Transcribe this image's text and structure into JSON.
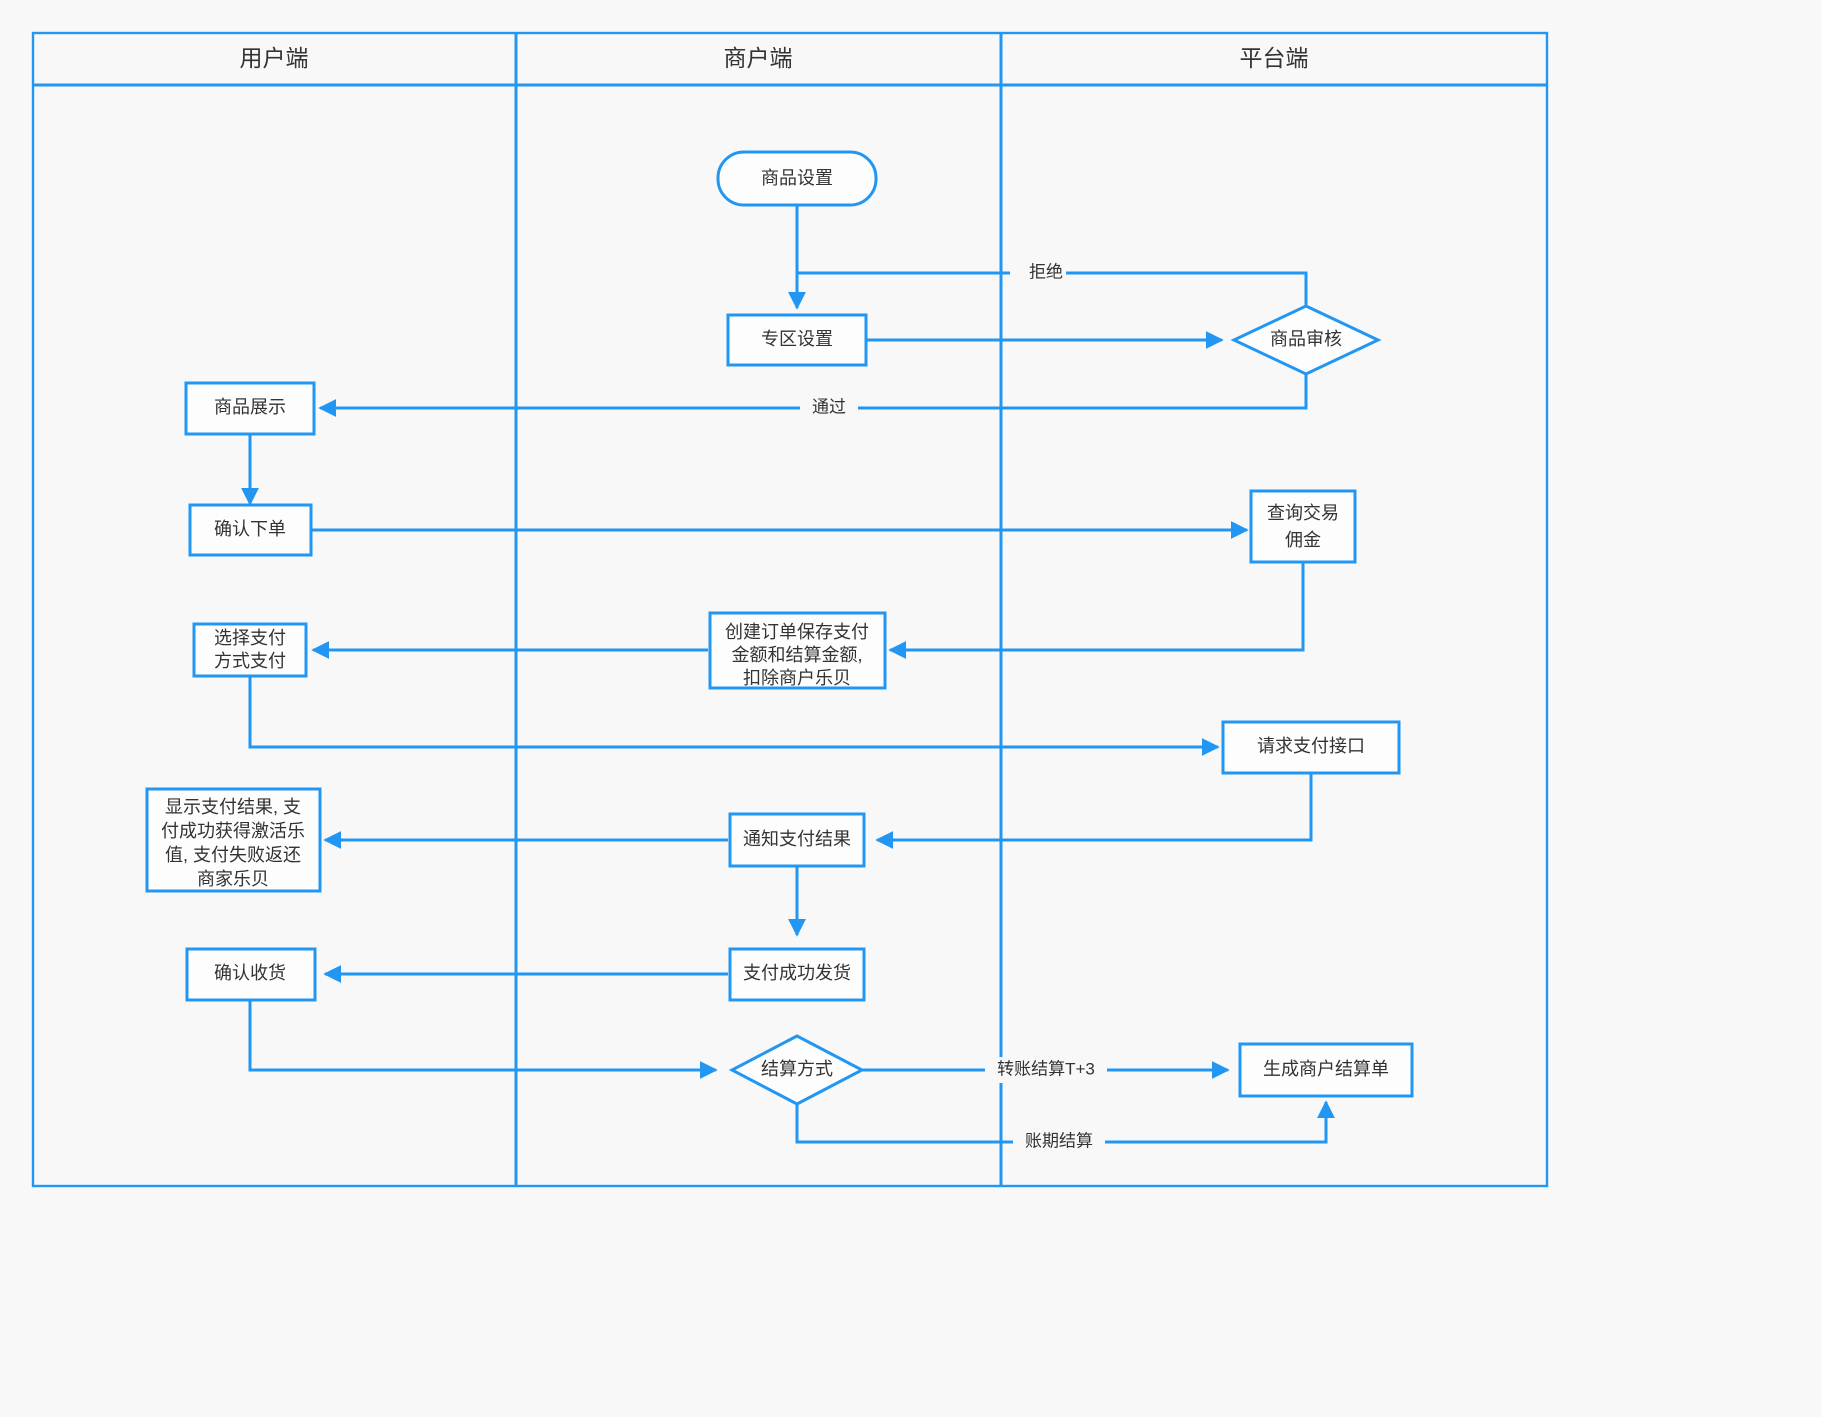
{
  "diagram": {
    "type": "swimlane-flowchart",
    "background_color": "#f8f8f8",
    "accent_color": "#2196f3",
    "text_color": "#333333",
    "node_fill": "#fdfdfd"
  },
  "lanes": [
    {
      "id": "lane-user",
      "title": "用户端"
    },
    {
      "id": "lane-merchant",
      "title": "商户端"
    },
    {
      "id": "lane-platform",
      "title": "平台端"
    }
  ],
  "nodes": [
    {
      "id": "n-product-setting",
      "lane": "lane-merchant",
      "shape": "stadium",
      "label": "商品设置"
    },
    {
      "id": "n-zone-setting",
      "lane": "lane-merchant",
      "shape": "rect",
      "label": "专区设置"
    },
    {
      "id": "n-product-review",
      "lane": "lane-platform",
      "shape": "diamond",
      "label": "商品审核"
    },
    {
      "id": "n-product-display",
      "lane": "lane-user",
      "shape": "rect",
      "label": "商品展示"
    },
    {
      "id": "n-confirm-order",
      "lane": "lane-user",
      "shape": "rect",
      "label": "确认下单"
    },
    {
      "id": "n-query-commission",
      "lane": "lane-platform",
      "shape": "rect",
      "label_lines": [
        "查询交易",
        "佣金"
      ]
    },
    {
      "id": "n-create-order",
      "lane": "lane-merchant",
      "shape": "rect",
      "label_lines": [
        "创建订单保存支付",
        "金额和结算金额,",
        "扣除商户乐贝"
      ]
    },
    {
      "id": "n-choose-pay",
      "lane": "lane-user",
      "shape": "rect",
      "label_lines": [
        "选择支付",
        "方式支付"
      ]
    },
    {
      "id": "n-request-pay-api",
      "lane": "lane-platform",
      "shape": "rect",
      "label": "请求支付接口"
    },
    {
      "id": "n-show-pay-result",
      "lane": "lane-user",
      "shape": "rect",
      "label_lines": [
        "显示支付结果, 支",
        "付成功获得激活乐",
        "值, 支付失败返还",
        "商家乐贝"
      ]
    },
    {
      "id": "n-notify-pay-result",
      "lane": "lane-merchant",
      "shape": "rect",
      "label": "通知支付结果"
    },
    {
      "id": "n-ship-on-success",
      "lane": "lane-merchant",
      "shape": "rect",
      "label": "支付成功发货"
    },
    {
      "id": "n-confirm-receipt",
      "lane": "lane-user",
      "shape": "rect",
      "label": "确认收货"
    },
    {
      "id": "n-settle-method",
      "lane": "lane-merchant",
      "shape": "diamond",
      "label": "结算方式"
    },
    {
      "id": "n-gen-settlement",
      "lane": "lane-platform",
      "shape": "rect",
      "label": "生成商户结算单"
    }
  ],
  "edges": [
    {
      "id": "e-setting-to-zone",
      "from": "n-product-setting",
      "to": "n-zone-setting",
      "label": ""
    },
    {
      "id": "e-zone-to-review",
      "from": "n-zone-setting",
      "to": "n-product-review",
      "label": ""
    },
    {
      "id": "e-review-reject",
      "from": "n-product-review",
      "to": "n-zone-setting",
      "label": "拒绝"
    },
    {
      "id": "e-review-pass",
      "from": "n-product-review",
      "to": "n-product-display",
      "label": "通过"
    },
    {
      "id": "e-display-to-order",
      "from": "n-product-display",
      "to": "n-confirm-order",
      "label": ""
    },
    {
      "id": "e-order-to-commission",
      "from": "n-confirm-order",
      "to": "n-query-commission",
      "label": ""
    },
    {
      "id": "e-commission-to-create",
      "from": "n-query-commission",
      "to": "n-create-order",
      "label": ""
    },
    {
      "id": "e-create-to-choosepay",
      "from": "n-create-order",
      "to": "n-choose-pay",
      "label": ""
    },
    {
      "id": "e-choosepay-to-payapi",
      "from": "n-choose-pay",
      "to": "n-request-pay-api",
      "label": ""
    },
    {
      "id": "e-payapi-to-notify",
      "from": "n-request-pay-api",
      "to": "n-notify-pay-result",
      "label": ""
    },
    {
      "id": "e-notify-to-showresult",
      "from": "n-notify-pay-result",
      "to": "n-show-pay-result",
      "label": ""
    },
    {
      "id": "e-notify-to-ship",
      "from": "n-notify-pay-result",
      "to": "n-ship-on-success",
      "label": ""
    },
    {
      "id": "e-ship-to-receipt",
      "from": "n-ship-on-success",
      "to": "n-confirm-receipt",
      "label": ""
    },
    {
      "id": "e-receipt-to-settlemethod",
      "from": "n-confirm-receipt",
      "to": "n-settle-method",
      "label": ""
    },
    {
      "id": "e-settle-transfer",
      "from": "n-settle-method",
      "to": "n-gen-settlement",
      "label": "转账结算T+3"
    },
    {
      "id": "e-settle-period",
      "from": "n-settle-method",
      "to": "n-gen-settlement",
      "label": "账期结算"
    }
  ]
}
